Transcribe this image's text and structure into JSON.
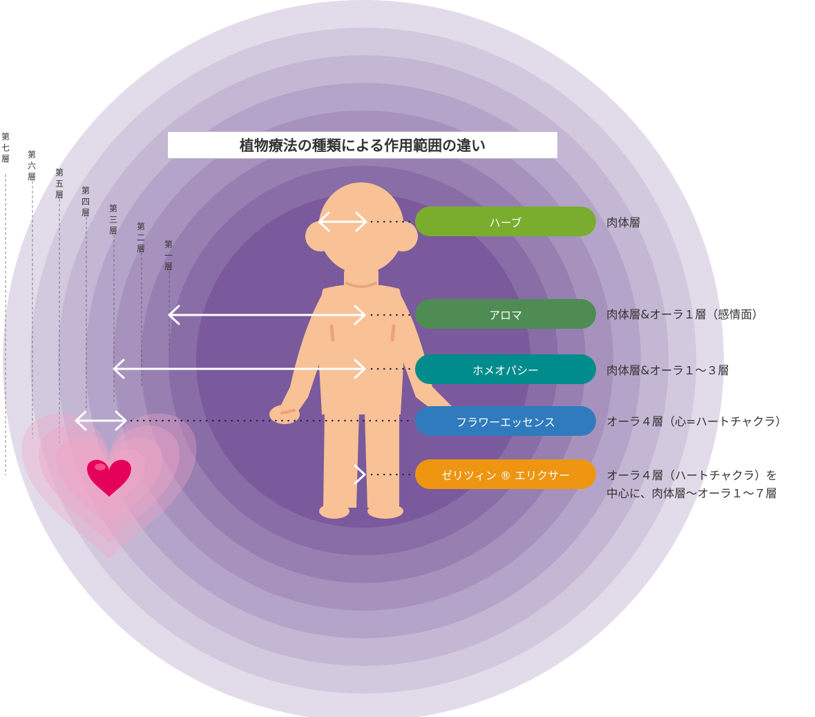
{
  "title": "植物療法の種類による作用範囲の違い",
  "colors": {
    "background": "#ffffff",
    "ring_outer": "#e2dcea",
    "ring_inner": "#7a5a9c",
    "body": "#f8c196",
    "arrow": "#ffffff",
    "heart": "#e5005a",
    "heart_glow": "#f0a6c6"
  },
  "layers": [
    "第一層",
    "第二層",
    "第三層",
    "第四層",
    "第五層",
    "第六層",
    "第七層"
  ],
  "remedies": [
    {
      "label": "ハーブ",
      "description": [
        "肉体層"
      ],
      "color": "#7aad2e"
    },
    {
      "label": "アロマ",
      "description": [
        "肉体層&オーラ１層（感情面）"
      ],
      "color": "#4e8c54"
    },
    {
      "label": "ホメオパシー",
      "description": [
        "肉体層&オーラ１～３層"
      ],
      "color": "#008b8c"
    },
    {
      "label": "フラワーエッセンス",
      "description": [
        "オーラ４層（心=ハートチャクラ）"
      ],
      "color": "#2f7bbd"
    },
    {
      "label": "ゼリツィン ® エリクサー",
      "description": [
        "オーラ４層（ハートチャクラ）を",
        "中心に、肉体層～オーラ１～７層"
      ],
      "color": "#ee9512"
    }
  ],
  "icons": [
    "human-figure-icon",
    "heart-icon",
    "double-arrow-icon"
  ]
}
